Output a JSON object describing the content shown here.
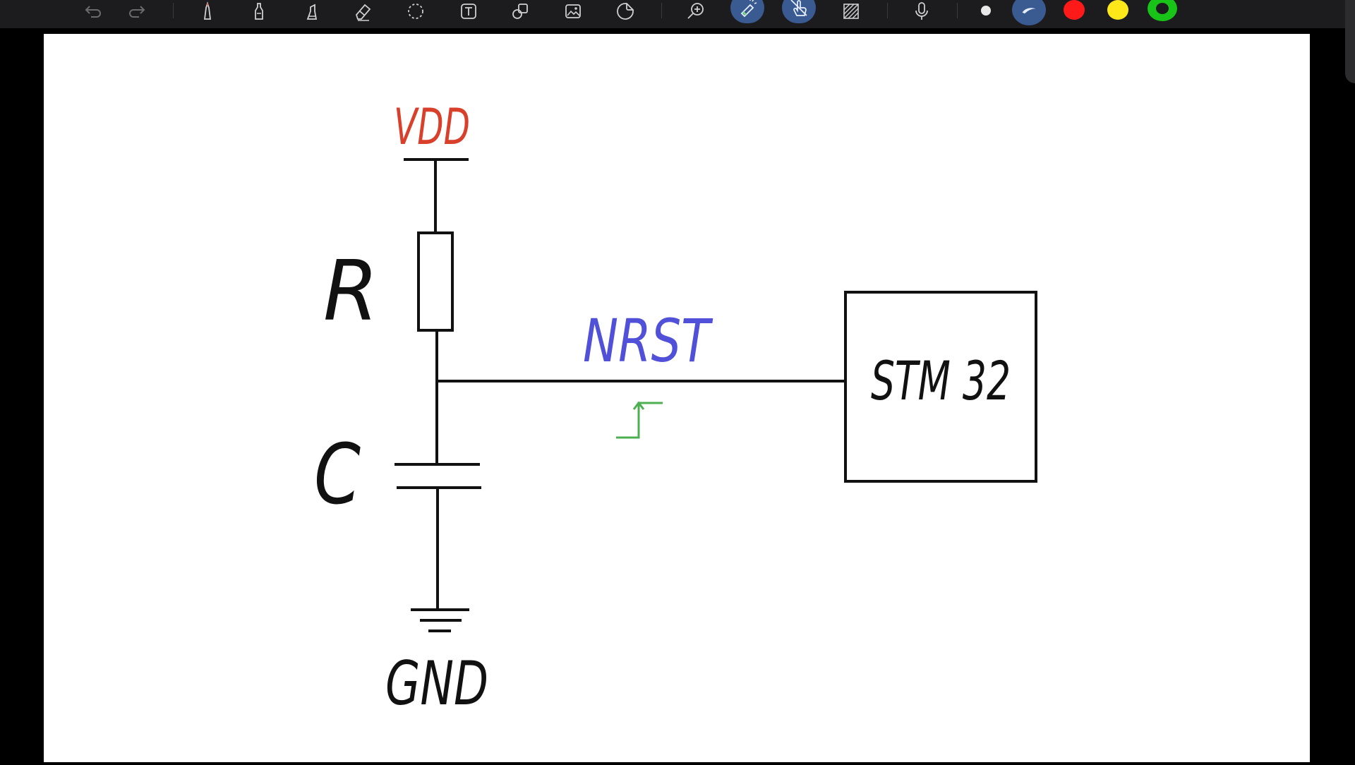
{
  "app": {
    "colors": {
      "toolbar_bg": "#1c1c1e",
      "canvas_bg": "#ffffff",
      "ink_black": "#111111",
      "ink_red": "#d9402b",
      "ink_blue": "#5050d8",
      "ink_green": "#4caf50",
      "active_tool_bg": "#3a5a92"
    }
  },
  "toolbar": {
    "tools": [
      {
        "name": "undo",
        "icon": "undo-icon"
      },
      {
        "name": "redo",
        "icon": "redo-icon"
      },
      {
        "name": "pen",
        "icon": "pen-icon"
      },
      {
        "name": "marker",
        "icon": "marker-icon"
      },
      {
        "name": "highlighter",
        "icon": "highlighter-icon"
      },
      {
        "name": "eraser",
        "icon": "eraser-icon"
      },
      {
        "name": "lasso",
        "icon": "lasso-icon"
      },
      {
        "name": "text",
        "icon": "text-box-icon"
      },
      {
        "name": "shapes",
        "icon": "shapes-icon"
      },
      {
        "name": "image",
        "icon": "image-icon"
      },
      {
        "name": "sticker",
        "icon": "sticker-icon"
      },
      {
        "name": "zoom",
        "icon": "zoom-in-icon"
      },
      {
        "name": "laser-pointer",
        "icon": "laser-pointer-icon",
        "active": true
      },
      {
        "name": "hand-draw",
        "icon": "touch-draw-icon",
        "active": true
      },
      {
        "name": "pattern",
        "icon": "hatch-pattern-icon"
      },
      {
        "name": "microphone",
        "icon": "microphone-icon"
      }
    ],
    "colors": [
      "#e8e8e8",
      "#3a5a92",
      "#ff1a1a",
      "#ffe81a",
      "#18c418"
    ]
  },
  "diagram": {
    "labels": {
      "vdd": "VDD",
      "r": "R",
      "nrst": "NRST",
      "stm32": "STM 32",
      "c": "C",
      "gnd": "GND"
    }
  }
}
